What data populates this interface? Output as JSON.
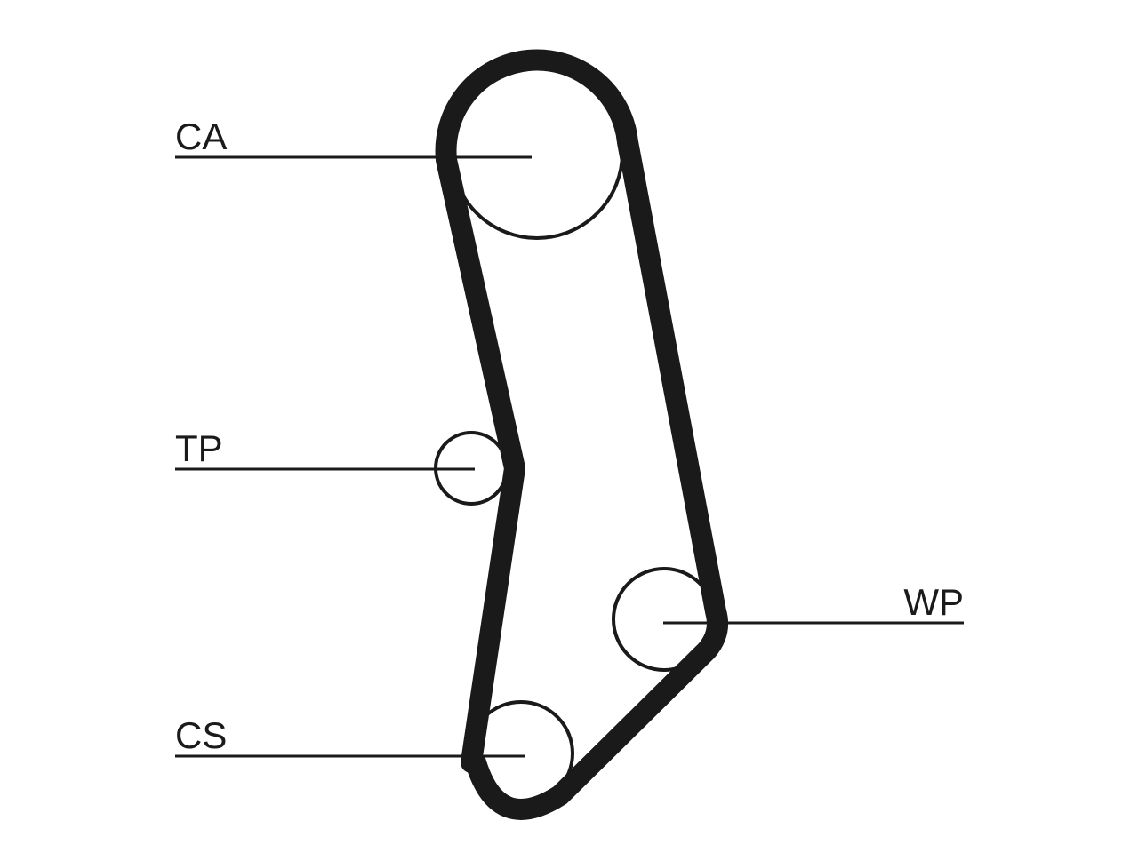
{
  "diagram": {
    "style": {
      "line_color": "#1a1a1a",
      "background_color": "#ffffff"
    },
    "components": [
      {
        "key": "CA",
        "label": "CA"
      },
      {
        "key": "TP",
        "label": "TP"
      },
      {
        "key": "WP",
        "label": "WP"
      },
      {
        "key": "CS",
        "label": "CS"
      }
    ]
  }
}
